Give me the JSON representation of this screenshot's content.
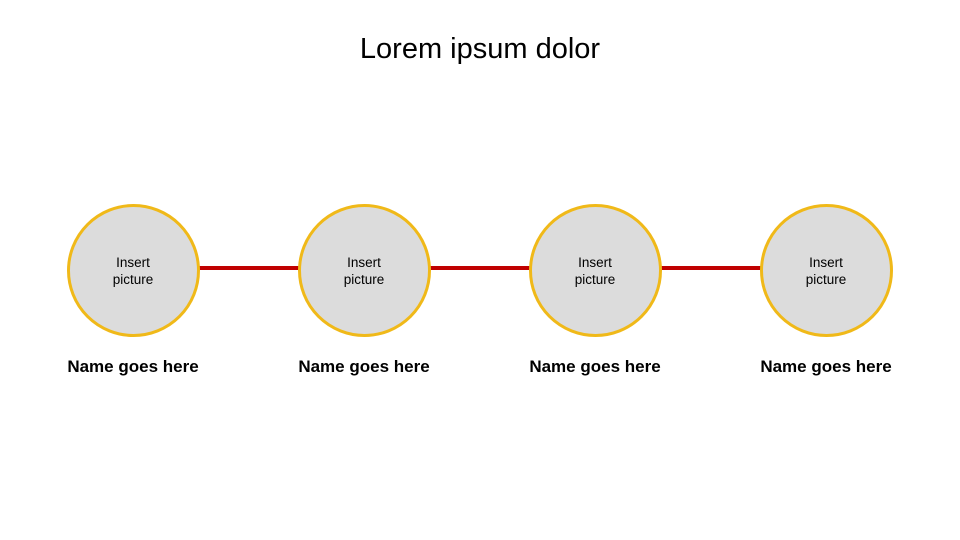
{
  "slide": {
    "title": "Lorem ipsum dolor",
    "background_color": "#FFFFFF"
  },
  "theme": {
    "circle_fill": "#DCDCDC",
    "circle_border": "#F0B919",
    "connector_color": "#C00000",
    "text_color": "#000000"
  },
  "diagram": {
    "type": "linear-process-chain",
    "connector_label": "process-connector",
    "nodes": [
      {
        "placeholder_line1": "Insert",
        "placeholder_line2": "picture",
        "label": "Name goes here"
      },
      {
        "placeholder_line1": "Insert",
        "placeholder_line2": "picture",
        "label": "Name goes here"
      },
      {
        "placeholder_line1": "Insert",
        "placeholder_line2": "picture",
        "label": "Name goes here"
      },
      {
        "placeholder_line1": "Insert",
        "placeholder_line2": "picture",
        "label": "Name goes here"
      }
    ]
  }
}
